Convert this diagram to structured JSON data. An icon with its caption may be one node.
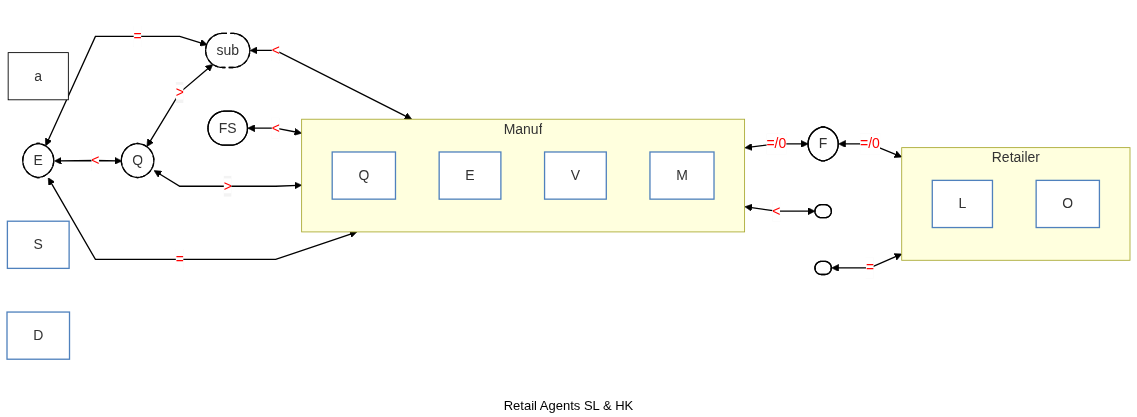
{
  "diagram": {
    "nodes": [
      {
        "text": [
          "a"
        ]
      },
      {
        "text": [
          "E"
        ]
      },
      {
        "text": [
          "Q"
        ]
      },
      {
        "text": [
          "sub"
        ]
      },
      {
        "text": [
          "F"
        ]
      },
      {
        "text": [
          "FS"
        ]
      },
      {
        "text": [
          "Manuf"
        ]
      },
      {
        "text": [
          "Q"
        ],
        "in": 6
      },
      {
        "text": [
          "E"
        ],
        "in": 6
      },
      {
        "text": [
          "V"
        ],
        "in": 6
      },
      {
        "text": [
          "M"
        ],
        "in": 6
      },
      {
        "text": [],
        "shape": "ellipse"
      },
      {
        "text": [],
        "shape": "ellipse"
      },
      {
        "text": [
          "S"
        ]
      },
      {
        "text": [
          "D"
        ]
      },
      {
        "text": [
          "Retailer"
        ]
      },
      {
        "text": [
          "L"
        ],
        "in": 15
      },
      {
        "text": [
          "O"
        ],
        "in": 15
      }
    ],
    "edges": [
      {
        "from": 1,
        "to": 3,
        "arrow": "both",
        "label": "="
      },
      {
        "from": 2,
        "to": 3,
        "arrow": "both",
        "label": ">"
      },
      {
        "from": 1,
        "to": 2,
        "arrow": "both",
        "label": "<"
      },
      {
        "from": 1,
        "to": 6,
        "arrow": "both",
        "label": "="
      },
      {
        "from": 2,
        "to": 6,
        "arrow": "both",
        "label": ">"
      },
      {
        "from": 3,
        "to": 6,
        "arrow": "both",
        "label": "<"
      },
      {
        "from": 6,
        "to": 4,
        "arrow": "both",
        "label": "=/0"
      },
      {
        "from": 4,
        "to": 15,
        "arrow": "both",
        "label": "=/0"
      },
      {
        "from": 5,
        "to": 6,
        "arrow": "both",
        "label": "<"
      },
      {
        "from": 6,
        "to": 11,
        "arrow": "both",
        "label": "<"
      },
      {
        "from": 12,
        "to": 15,
        "arrow": "both",
        "label": "="
      }
    ],
    "labels": [
      "Retail Agents SL & HK"
    ]
  }
}
